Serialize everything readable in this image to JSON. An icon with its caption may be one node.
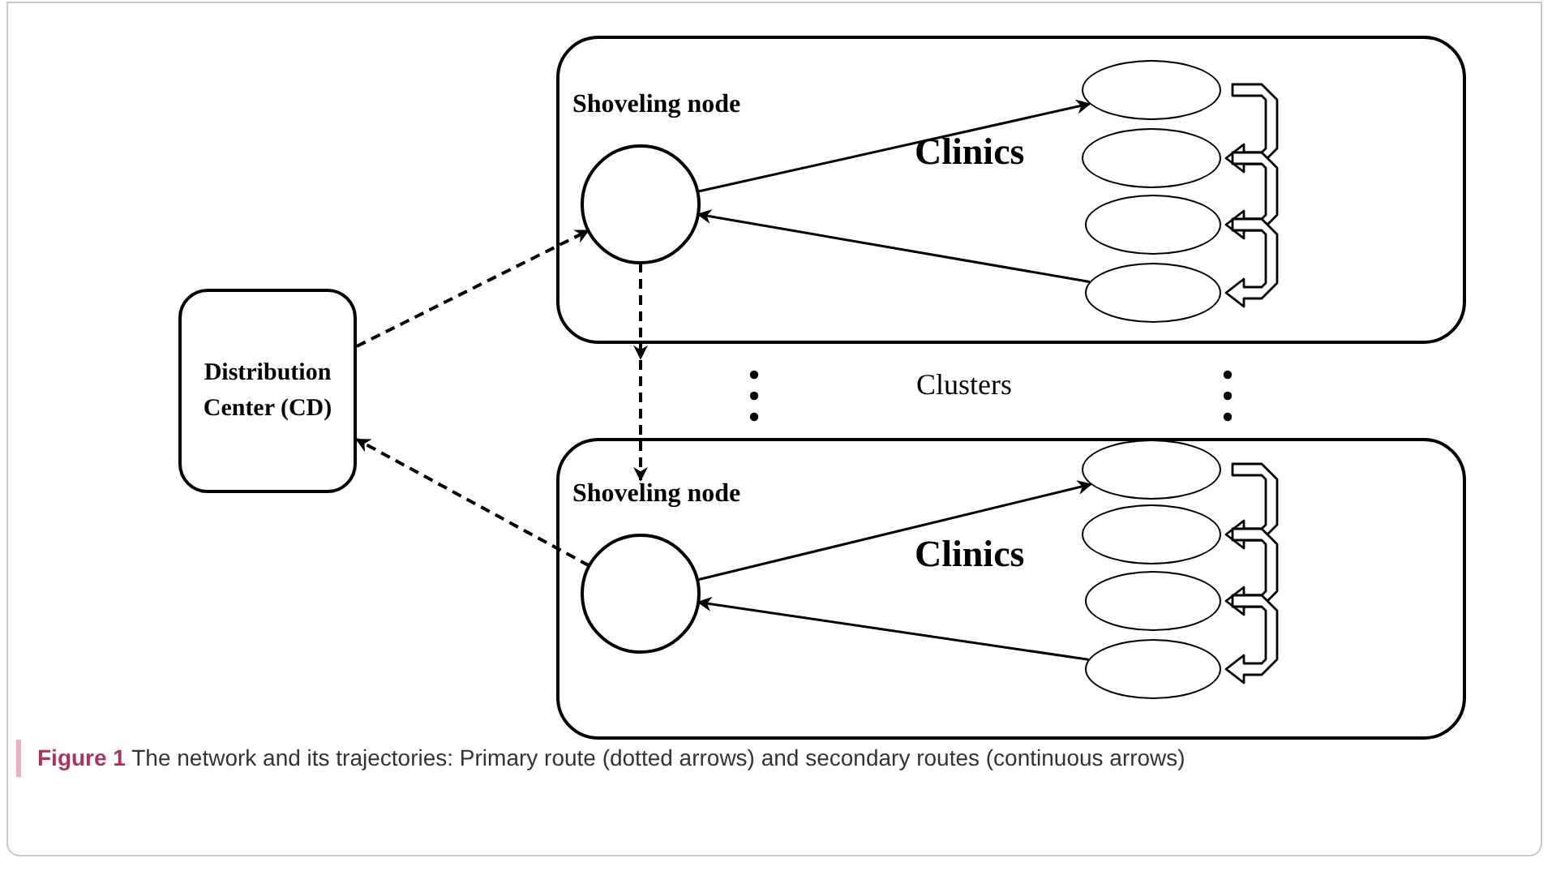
{
  "diagram": {
    "caption": "**Figure 1**  The network and its trajectories: Primary route (dotted arrows) and secondary routes (continuous arrows)",
    "nodes": [
      {
        "text": [
          "Distribution Center (CD)"
        ]
      },
      {
        "text": [
          "Clinics"
        ]
      },
      {
        "text": [
          "Shoveling node"
        ],
        "in": 1
      },
      {
        "text": [],
        "shape": "ellipse",
        "in": 1
      },
      {
        "text": [],
        "shape": "ellipse",
        "in": 1
      },
      {
        "text": [],
        "shape": "ellipse",
        "in": 1
      },
      {
        "text": [],
        "shape": "ellipse",
        "in": 1
      },
      {
        "text": [
          "Clinics"
        ]
      },
      {
        "text": [
          "Shoveling node"
        ],
        "in": 7
      },
      {
        "text": [],
        "shape": "ellipse",
        "in": 7
      },
      {
        "text": [],
        "shape": "ellipse",
        "in": 7
      },
      {
        "text": [],
        "shape": "ellipse",
        "in": 7
      },
      {
        "text": [],
        "shape": "ellipse",
        "in": 7
      }
    ],
    "edges": [
      {
        "from": 0,
        "to": 2,
        "arrow": "to",
        "style": "dashed"
      },
      {
        "from": 2,
        "to": 8,
        "arrow": "to",
        "style": "dashed"
      },
      {
        "from": 8,
        "to": 0,
        "arrow": "to",
        "style": "dashed"
      },
      {
        "from": 2,
        "to": 3,
        "arrow": "to"
      },
      {
        "from": 6,
        "to": 2,
        "arrow": "to"
      },
      {
        "from": 3,
        "to": 4,
        "arrow": "to",
        "style": "thick"
      },
      {
        "from": 4,
        "to": 5,
        "arrow": "to",
        "style": "thick"
      },
      {
        "from": 5,
        "to": 6,
        "arrow": "to",
        "style": "thick"
      },
      {
        "from": 8,
        "to": 9,
        "arrow": "to"
      },
      {
        "from": 12,
        "to": 8,
        "arrow": "to"
      },
      {
        "from": 9,
        "to": 10,
        "arrow": "to",
        "style": "thick"
      },
      {
        "from": 10,
        "to": 11,
        "arrow": "to",
        "style": "thick"
      },
      {
        "from": 11,
        "to": 12,
        "arrow": "to",
        "style": "thick"
      }
    ],
    "labels": [
      "Clusters"
    ]
  }
}
